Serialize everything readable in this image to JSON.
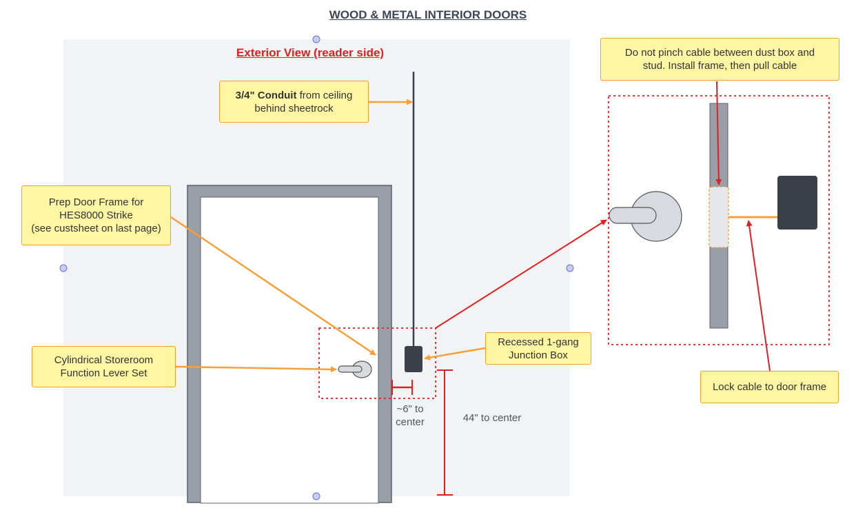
{
  "title": "WOOD & METAL INTERIOR DOORS",
  "subtitle": "Exterior View (reader side)",
  "callouts": {
    "conduit": {
      "bold": "3/4\" Conduit",
      "rest": " from ceiling",
      "line2": "behind sheetrock"
    },
    "prep_frame": {
      "line1": "Prep Door Frame for",
      "line2": "HES8000 Strike",
      "line3": "(see custsheet on last page)"
    },
    "lever_set": {
      "line1": "Cylindrical Storeroom",
      "line2": "Function Lever Set"
    },
    "junction_box": {
      "line1": "Recessed 1-gang",
      "line2": "Junction Box"
    },
    "pinch_warning": {
      "line1": "Do not pinch cable between dust box and",
      "line2": "stud.  Install frame, then pull cable"
    },
    "lock_cable": {
      "line1": "Lock cable to door frame"
    }
  },
  "dimensions": {
    "offset": {
      "line1": "~6\" to",
      "line2": "center"
    },
    "height": "44\" to center"
  },
  "colors": {
    "wall": "#f2f3f5",
    "frame": "#9a9ea6",
    "frame_stroke": "#5d6068",
    "box": "#3c4048",
    "orange": "#f7a03a",
    "red": "#e02020",
    "callout_fill": "#fef6a3",
    "callout_border": "#f0a030",
    "handle": "#d9dadf",
    "handle_stroke": "#555555",
    "anchor": "#c9cdf6"
  }
}
